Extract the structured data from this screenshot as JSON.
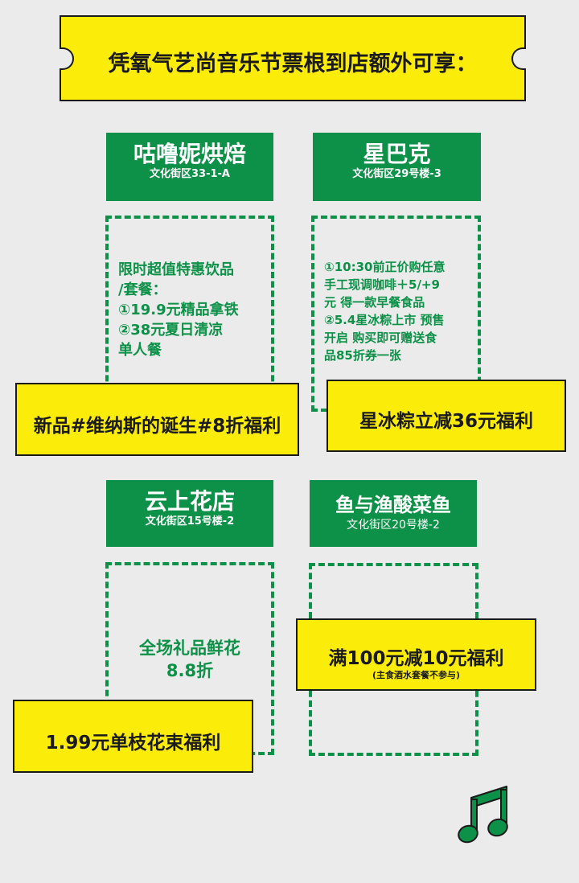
{
  "banner": {
    "title": "凭氧气艺尚音乐节票根到店额外可享："
  },
  "stores": [
    {
      "name": "咕噜妮烘焙",
      "address": "文化街区33-1-A",
      "offer": "限时超值特惠饮品\n/套餐：\n①19.9元精品拿铁\n②38元夏日清凉\n单人餐",
      "promo": "新品#维纳斯的诞生#8折福利"
    },
    {
      "name": "星巴克",
      "address": "文化街区29号楼-3",
      "offer": "①10:30前正价购任意\n手工现调咖啡＋5/+9\n元 得一款早餐食品\n②5.4星冰粽上市  预售\n开启    购买即可赠送食\n品85折券一张",
      "promo": "星冰粽立减36元福利"
    },
    {
      "name": "云上花店",
      "address": "文化街区15号楼-2",
      "offer": "全场礼品鲜花\n8.8折",
      "promo": "1.99元单枝花束福利"
    },
    {
      "name": "鱼与渔酸菜鱼",
      "address": "文化街区20号楼-2",
      "offer": "",
      "promo": "满100元减10元福利",
      "promo_note": "(主食酒水套餐不参与)"
    }
  ],
  "colors": {
    "green": "#0d9148",
    "yellow": "#fbec0a",
    "background": "#ebebeb"
  },
  "icons": {
    "decoration": "music-note-icon"
  }
}
